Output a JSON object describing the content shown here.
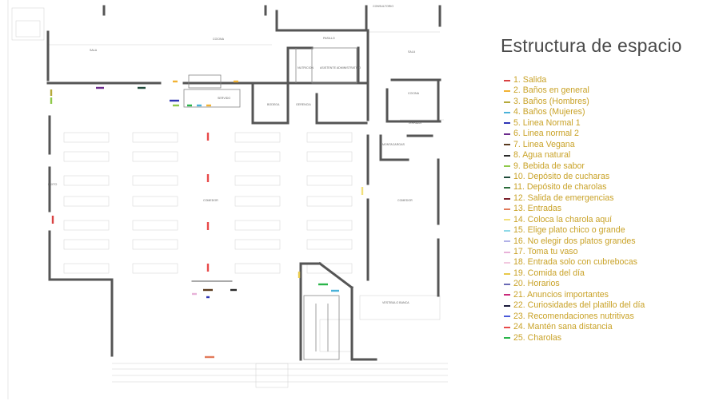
{
  "title": "Estructura de espacio",
  "plan_labels": {
    "cocina": "COCINA",
    "sala": "SALA",
    "pasillo": "PASILLO",
    "nutricion": "NUTRICION",
    "asistente": "ASISTENTE ADMINISTRATIVO",
    "servido": "SERVIDO",
    "bodega": "BODEGA",
    "gerencia": "GERENCIA",
    "cocina2": "COCINA",
    "sala2": "SALA",
    "comedor": "COMEDOR",
    "montacargas": "MONTACARGAS",
    "comedor2": "COMEDOR",
    "vestibulo": "VESTIBULO BANCA",
    "consultorio": "CONSULTORIO",
    "terraza": "TERRAZA",
    "mixtos": "MIXTO"
  },
  "legend": [
    {
      "label": "1. Salida",
      "color": "#d94242"
    },
    {
      "label": "2. Baños en general",
      "color": "#f2b233"
    },
    {
      "label": "3. Baños (Hombres)",
      "color": "#b5a93a"
    },
    {
      "label": "4. Baños (Mujeres)",
      "color": "#4ab2d9"
    },
    {
      "label": "5. Linea Normal 1",
      "color": "#2e35b5"
    },
    {
      "label": "6. Linea normal 2",
      "color": "#6b2a8c"
    },
    {
      "label": "7. Linea Vegana",
      "color": "#5a3a1e"
    },
    {
      "label": "8. Agua natural",
      "color": "#2a2a2a"
    },
    {
      "label": "9. Bebida de sabor",
      "color": "#8fc94a"
    },
    {
      "label": "10. Depósito de cucharas",
      "color": "#1f4a3a"
    },
    {
      "label": "11. Depósito de charolas",
      "color": "#2a6b3a"
    },
    {
      "label": "12. Salida de emergencias",
      "color": "#7a1f2a"
    },
    {
      "label": "13. Entradas",
      "color": "#e27a5a"
    },
    {
      "label": "14. Coloca la charola aquí",
      "color": "#f2e07a"
    },
    {
      "label": "15. Elige plato chico o grande",
      "color": "#8fd9e8"
    },
    {
      "label": "16. No elegir dos platos grandes",
      "color": "#b2b2e8"
    },
    {
      "label": "17. Toma tu vaso",
      "color": "#e8b2d9"
    },
    {
      "label": "18. Entrada solo con cubrebocas",
      "color": "#f2c9e0"
    },
    {
      "label": "19. Comida del día",
      "color": "#e8c94a"
    },
    {
      "label": "20. Horarios",
      "color": "#6a6ab5"
    },
    {
      "label": "21. Anuncios importantes",
      "color": "#c92a7a"
    },
    {
      "label": "22. Curiosidades del platillo del día",
      "color": "#1a1a3a"
    },
    {
      "label": "23. Recomendaciones nutritivas",
      "color": "#4a5ad9"
    },
    {
      "label": "24. Mantén sana distancia",
      "color": "#e84a4a"
    },
    {
      "label": "25. Charolas",
      "color": "#2ab54a"
    }
  ]
}
